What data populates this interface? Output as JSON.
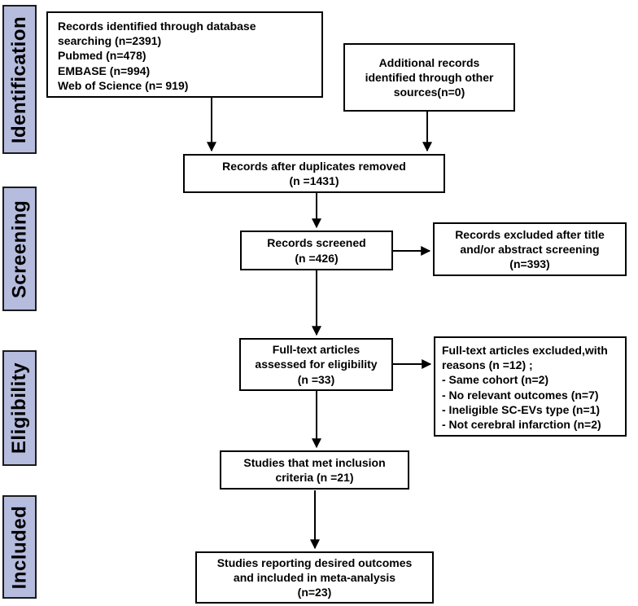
{
  "stages": [
    {
      "label": "Identification"
    },
    {
      "label": "Screening"
    },
    {
      "label": "Eligibility"
    },
    {
      "label": "Included"
    }
  ],
  "boxes": {
    "identified": {
      "text": "Records identified through database\nsearching (n=2391)\nPubmed (n=478)\nEMBASE (n=994)\nWeb of Science (n= 919)"
    },
    "additional": {
      "text": "Additional records\nidentified through other\nsources(n=0)"
    },
    "duplicates_removed": {
      "text": "Records after duplicates removed\n(n =1431)"
    },
    "screened": {
      "text": "Records screened\n(n =426)"
    },
    "excluded_screening": {
      "text": "Records excluded after title\nand/or abstract screening\n(n=393)"
    },
    "fulltext_assessed": {
      "text": "Full-text articles\nassessed for eligibility\n(n =33)"
    },
    "fulltext_excluded": {
      "text": "Full-text articles excluded,with\nreasons (n =12) ;\n- Same cohort (n=2)\n- No relevant outcomes (n=7)\n- Ineligible SC-EVs type (n=1)\n- Not cerebral infarction (n=2)"
    },
    "inclusion_met": {
      "text": "Studies that met inclusion\ncriteria (n =21)"
    },
    "final_included": {
      "text": "Studies reporting desired outcomes\nand included in meta-analysis\n(n=23)"
    }
  },
  "colors": {
    "stage_fill": "#b6bcde",
    "box_fill": "#ffffff",
    "border": "#000000",
    "arrow": "#000000",
    "text": "#000000"
  }
}
